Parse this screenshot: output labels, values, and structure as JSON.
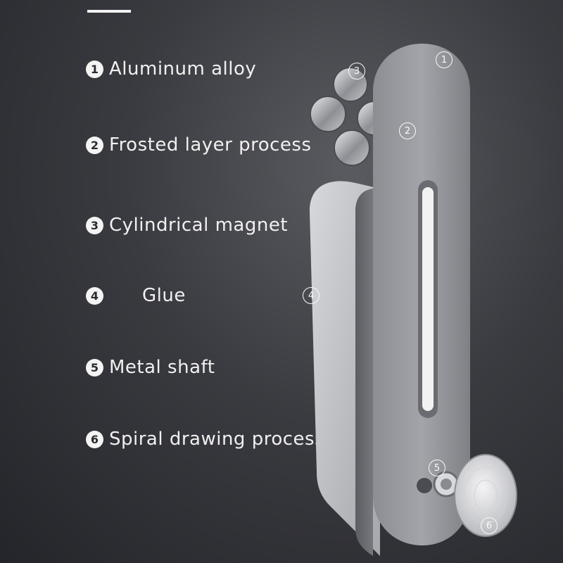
{
  "features": [
    {
      "number": "1",
      "label": "Aluminum alloy"
    },
    {
      "number": "2",
      "label": "Frosted layer process"
    },
    {
      "number": "3",
      "label": "Cylindrical magnet"
    },
    {
      "number": "4",
      "label": "Glue"
    },
    {
      "number": "5",
      "label": "Metal shaft"
    },
    {
      "number": "6",
      "label": "Spiral drawing process"
    }
  ],
  "callouts": [
    "1",
    "2",
    "3",
    "4",
    "5",
    "6"
  ],
  "colors": {
    "background": "#3a3b40",
    "text": "#f0f0f0",
    "metal": "#9a9ba0"
  }
}
